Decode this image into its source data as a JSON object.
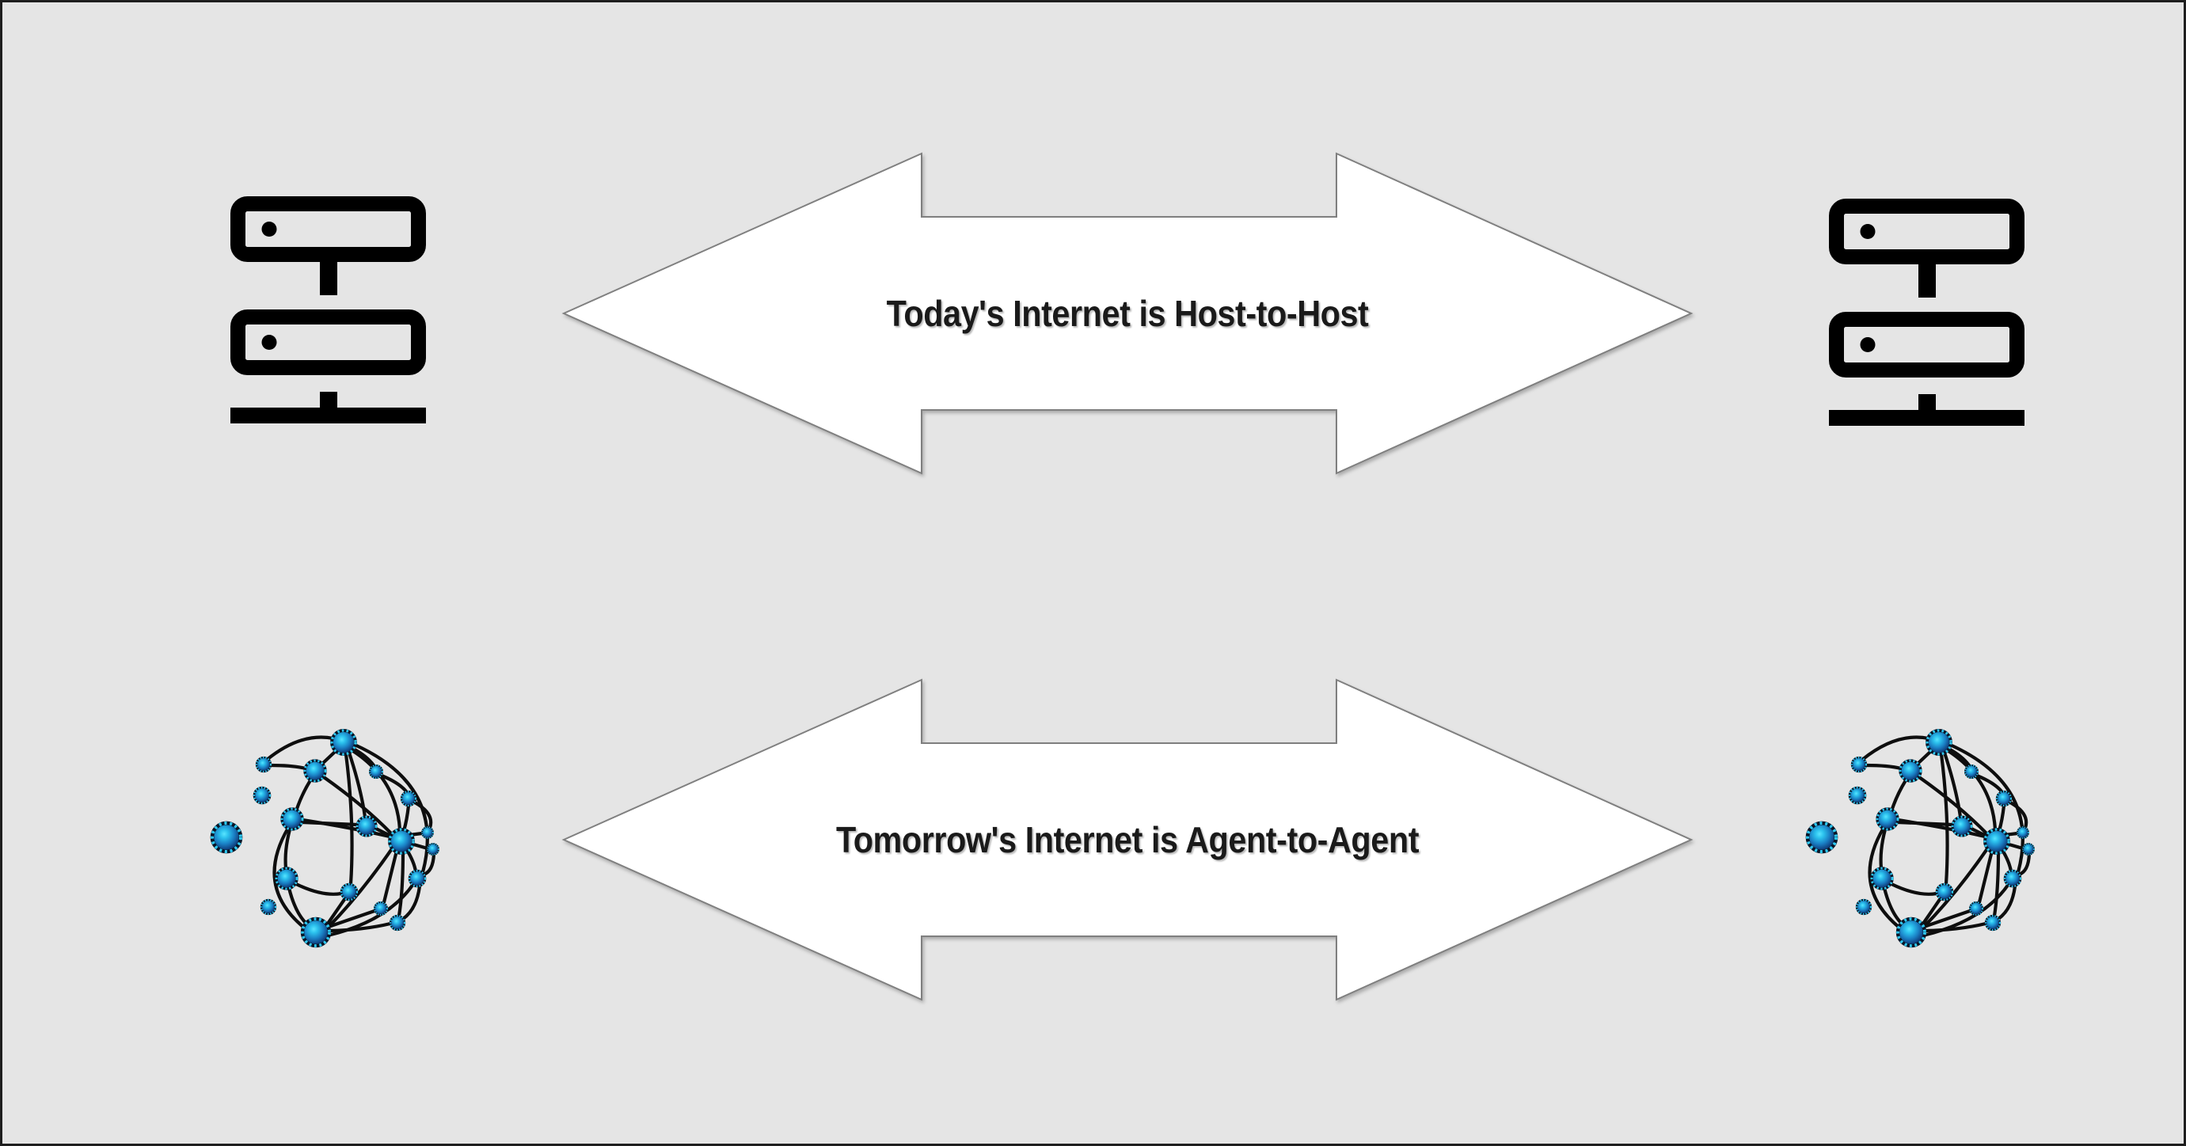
{
  "canvas": {
    "background_color": "#e5e5e5",
    "frame_color": "#1e1e1e"
  },
  "rows": [
    {
      "label": "Today's Internet is Host-to-Host",
      "left_icon": "server-rack-icon",
      "right_icon": "server-rack-icon"
    },
    {
      "label": "Tomorrow's Internet is Agent-to-Agent",
      "left_icon": "agent-network-globe-icon",
      "right_icon": "agent-network-globe-icon"
    }
  ],
  "arrow": {
    "shape": "double-headed-horizontal-arrow",
    "fill": "#ffffff",
    "stroke": "#7f7f7f"
  },
  "colors": {
    "icon_black": "#000000",
    "label_text": "#1a1a1a",
    "node_gradient_center": "#59e4ff",
    "node_gradient_mid": "#1a7fc4",
    "node_gradient_edge": "#0a2450",
    "node_ring": "#0a1526",
    "node_ticks": "#2fc9f2",
    "network_edge": "#0e0e0e"
  }
}
